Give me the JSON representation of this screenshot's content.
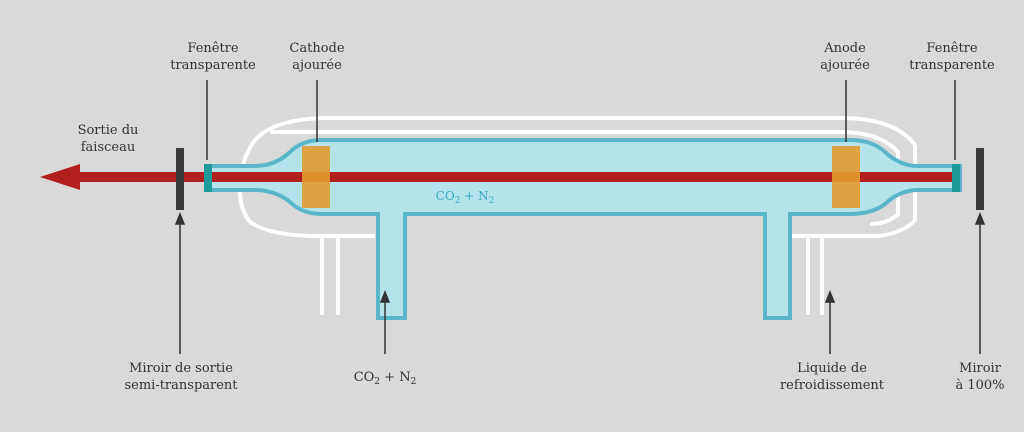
{
  "labels": {
    "window_left": [
      "Fenêtre",
      "transparente"
    ],
    "cathode": [
      "Cathode",
      "ajourée"
    ],
    "anode": [
      "Anode",
      "ajourée"
    ],
    "window_right": [
      "Fenêtre",
      "transparente"
    ],
    "beam_output": [
      "Sortie du",
      "faisceau"
    ],
    "output_mirror": [
      "Miroir de sortie",
      "semi-transparent"
    ],
    "gas_inlet": {
      "base": "CO",
      "sub1": "2",
      "plus": " + N",
      "sub2": "2"
    },
    "gas_in_tube": {
      "base": "CO",
      "sub1": "2",
      "plus": " + N",
      "sub2": "2"
    },
    "coolant": [
      "Liquide de",
      "refroidissement"
    ],
    "full_mirror": [
      "Miroir",
      "à 100%"
    ]
  },
  "colors": {
    "background": "#d9d9d9",
    "gas_fill": "#b5e3ec",
    "tube_wall": "#5cb6cb",
    "jacket_outline": "#ffffff",
    "beam": "#b21f1f",
    "electrode": "#e39a2e",
    "window": "#1f9a9a",
    "mirror": "#3a3a3a",
    "pointer": "#333333",
    "gas_label": "#3aa9c6"
  }
}
